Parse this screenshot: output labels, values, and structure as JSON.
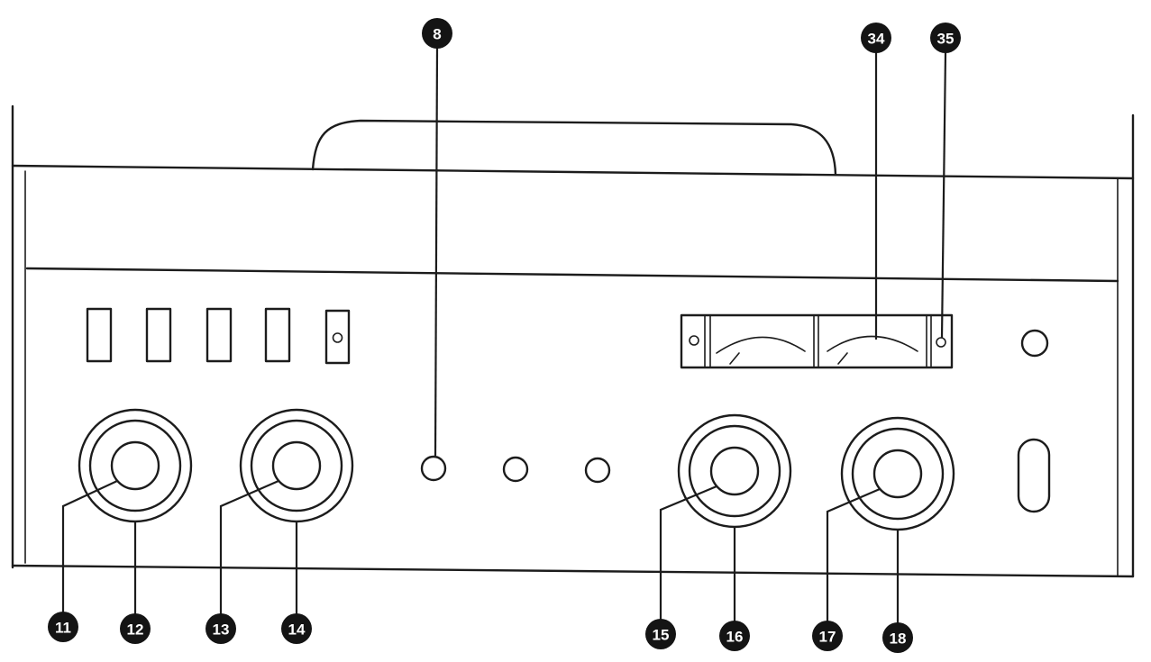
{
  "callouts": {
    "c8": "8",
    "c34": "34",
    "c35": "35",
    "c11": "11",
    "c12": "12",
    "c13": "13",
    "c14": "14",
    "c15": "15",
    "c16": "16",
    "c17": "17",
    "c18": "18"
  },
  "colors": {
    "line": "#1c1c1c",
    "callout": "#141414",
    "callout_text": "#ffffff",
    "background": "#ffffff"
  }
}
